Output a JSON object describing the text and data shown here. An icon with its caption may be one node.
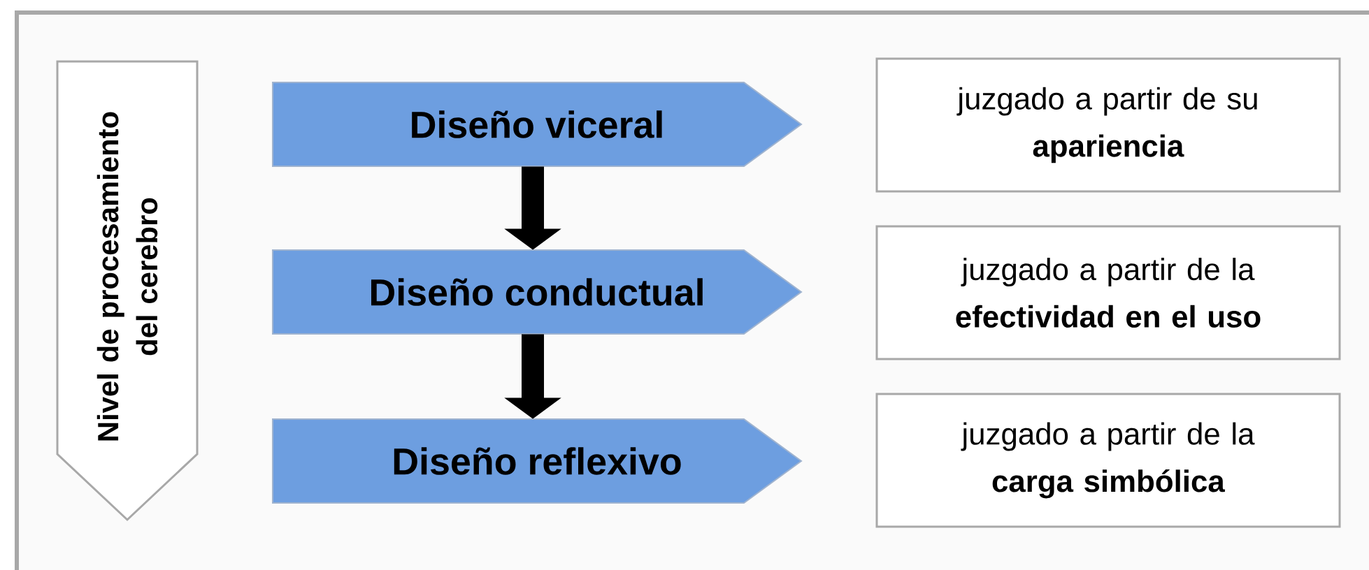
{
  "diagram": {
    "nodes": [
      {
        "text": [
          "Nivel de procesamiento del cerebro"
        ]
      },
      {
        "text": [
          "Diseño viceral"
        ]
      },
      {
        "text": [
          "Diseño conductual"
        ]
      },
      {
        "text": [
          "Diseño reflexivo"
        ]
      },
      {
        "text": [
          "juzgado a partir de su **apariencia**"
        ]
      },
      {
        "text": [
          "juzgado a partir de la **efectividad en el uso**"
        ]
      },
      {
        "text": [
          "juzgado a partir de la **carga simbólica**"
        ]
      }
    ],
    "edges": [
      {
        "from": 1,
        "to": 2,
        "arrow": "to"
      },
      {
        "from": 2,
        "to": 3,
        "arrow": "to"
      }
    ]
  }
}
